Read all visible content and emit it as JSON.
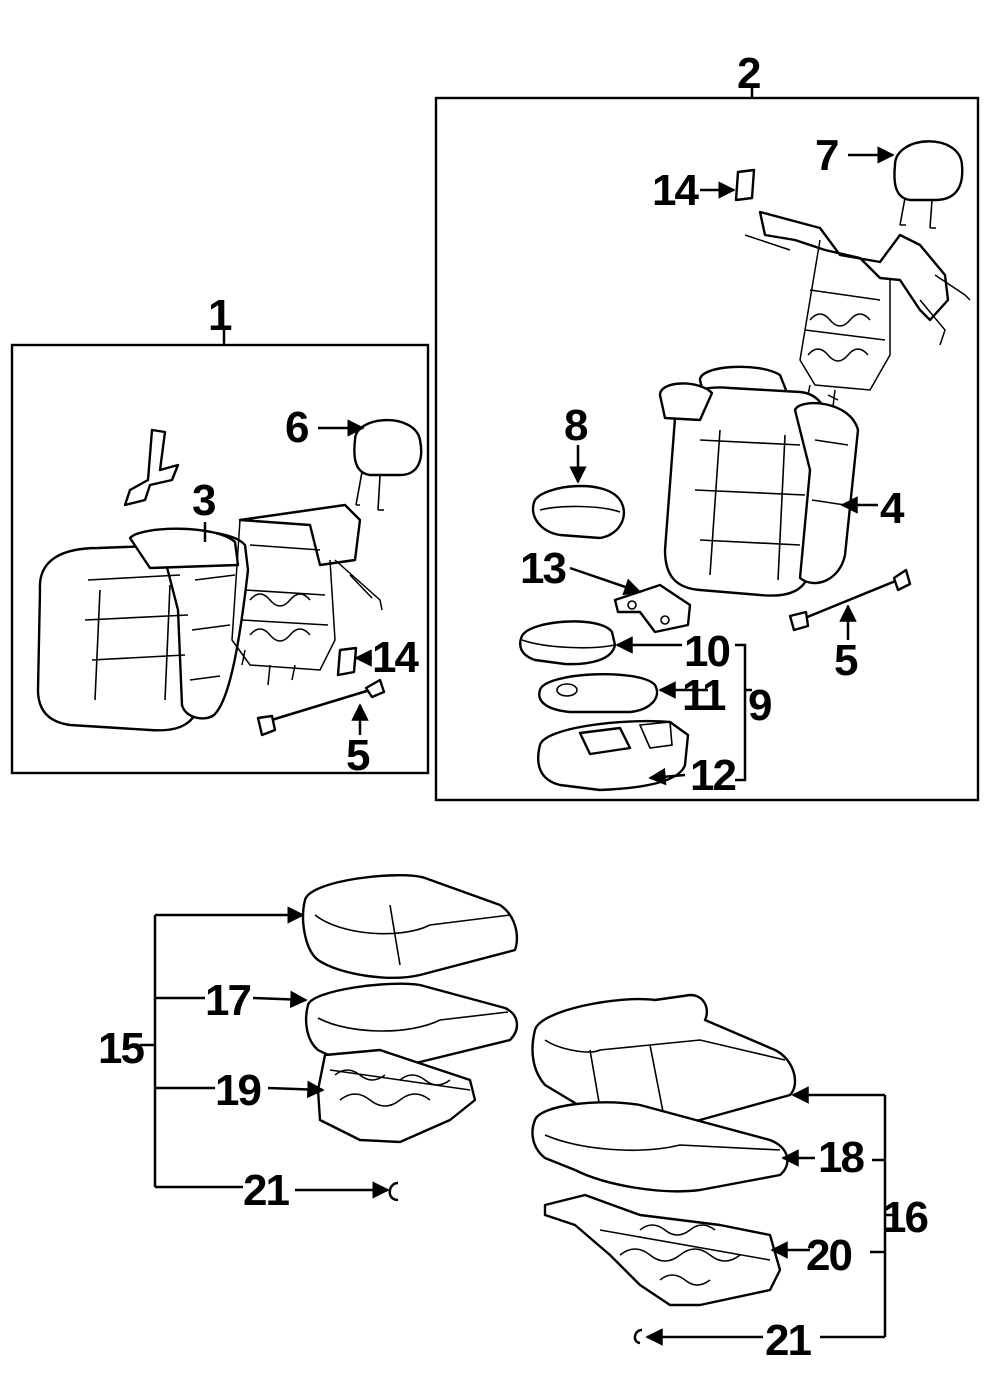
{
  "callouts": {
    "c1": "1",
    "c2": "2",
    "c3": "3",
    "c4": "4",
    "c5_left": "5",
    "c5_right": "5",
    "c6": "6",
    "c7": "7",
    "c8": "8",
    "c9": "9",
    "c10": "10",
    "c11": "11",
    "c12": "12",
    "c13": "13",
    "c14_left": "14",
    "c14_right": "14",
    "c15": "15",
    "c16": "16",
    "c17": "17",
    "c18": "18",
    "c19": "19",
    "c20": "20",
    "c21_left": "21",
    "c21_right": "21"
  },
  "icons": {
    "headrest": "headrest-icon",
    "seat_back": "seat-back-icon",
    "frame": "seat-frame-icon",
    "cable": "release-cable-icon",
    "clip": "clip-icon",
    "armrest": "armrest-icon",
    "cushion": "seat-cushion-icon",
    "pad": "cushion-pad-icon",
    "cushion_frame": "cushion-frame-icon"
  }
}
